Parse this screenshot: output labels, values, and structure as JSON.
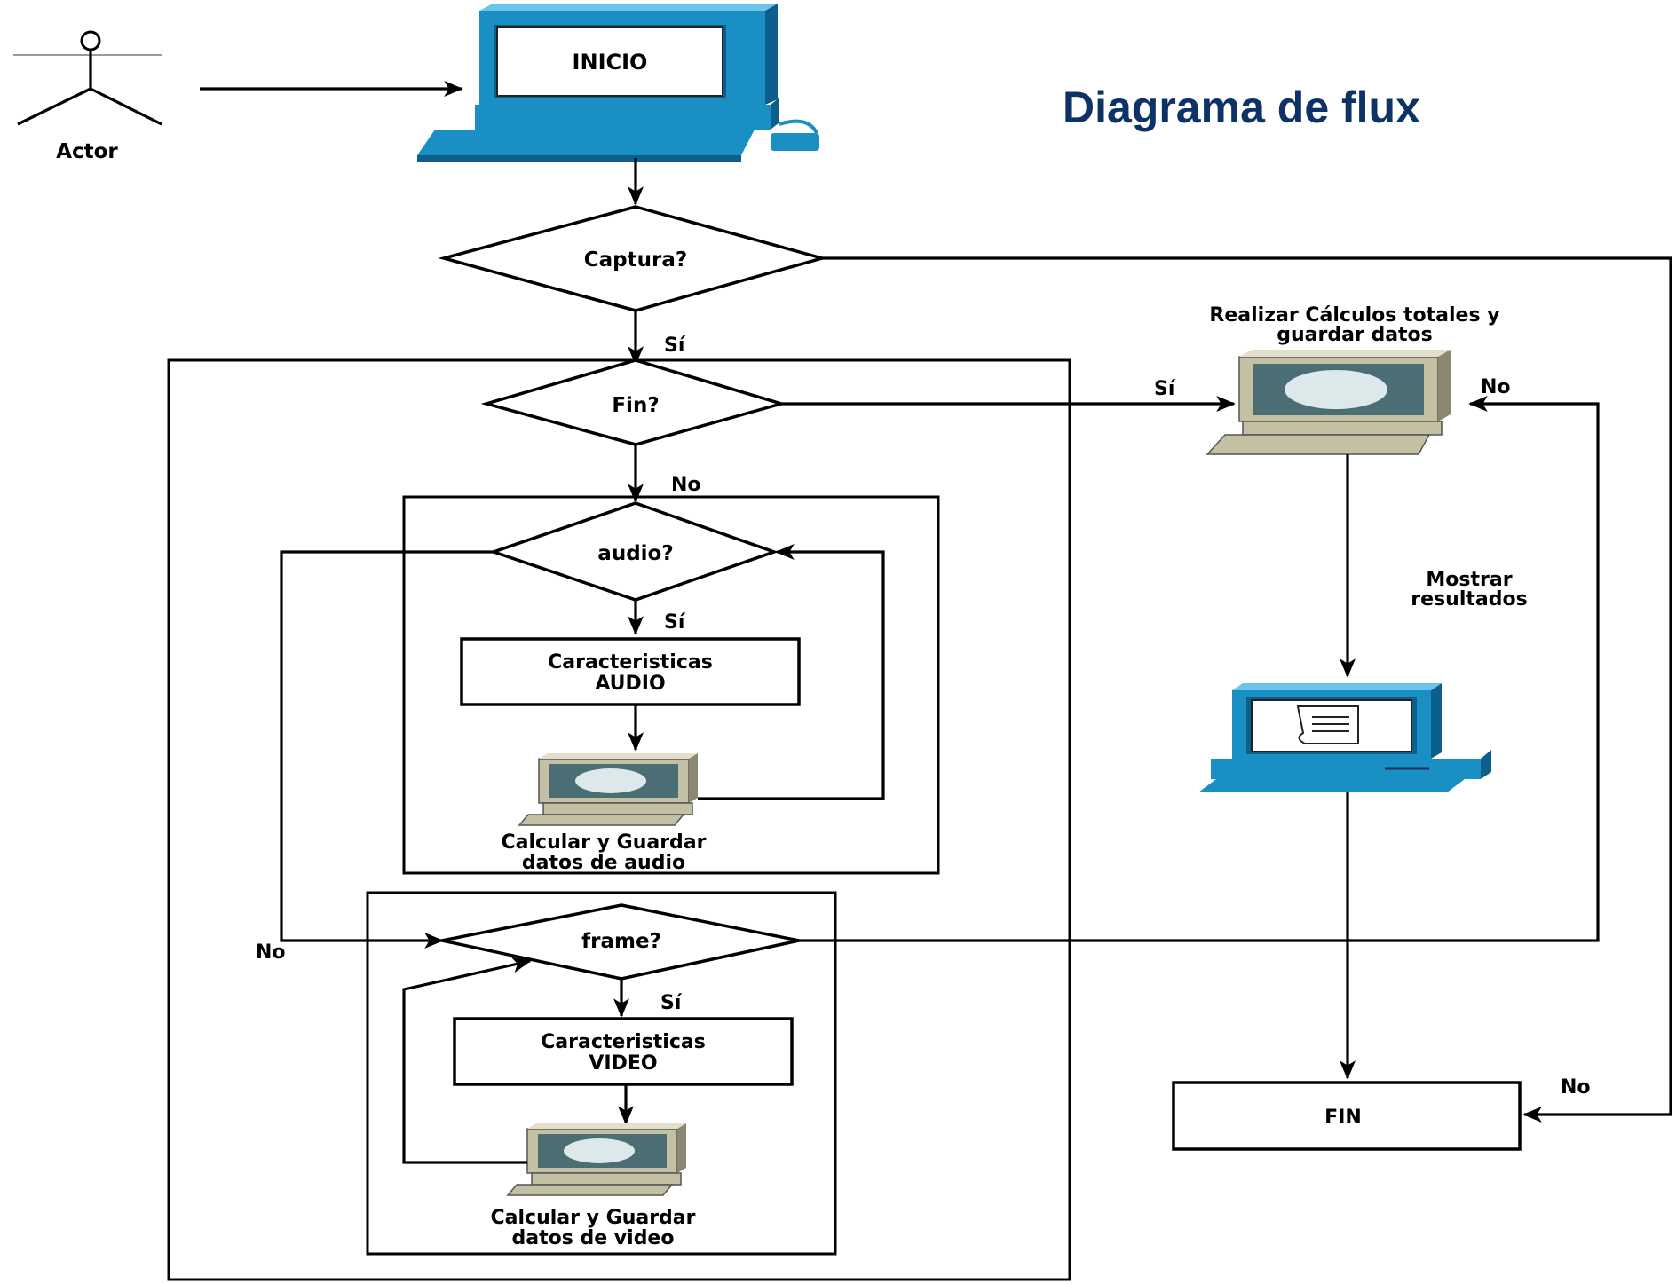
{
  "title": "Diagrama de flux",
  "actor": {
    "label": "Actor"
  },
  "nodes": {
    "inicio": "INICIO",
    "captura": "Captura?",
    "fin_q": "Fin?",
    "audio_q": "audio?",
    "feat_audio": [
      "Caracteristicas",
      "AUDIO"
    ],
    "calc_audio": [
      "Calcular y Guardar",
      "datos de audio"
    ],
    "frame_q": "frame?",
    "feat_video": [
      "Caracteristicas",
      "VIDEO"
    ],
    "calc_video": [
      "Calcular y Guardar",
      "datos de video"
    ],
    "totals": [
      "Realizar Cálculos totales y",
      "guardar datos"
    ],
    "show": [
      "Mostrar",
      "resultados"
    ],
    "fin": "FIN"
  },
  "edge_labels": {
    "si": "Sí",
    "no": "No"
  },
  "colors": {
    "title": "#0d3366",
    "computer_blue": "#1a8fc4",
    "computer_dark": "#0b5f8a",
    "computer_beige": "#c4c0a4",
    "screen_teal": "#4a6e73"
  }
}
